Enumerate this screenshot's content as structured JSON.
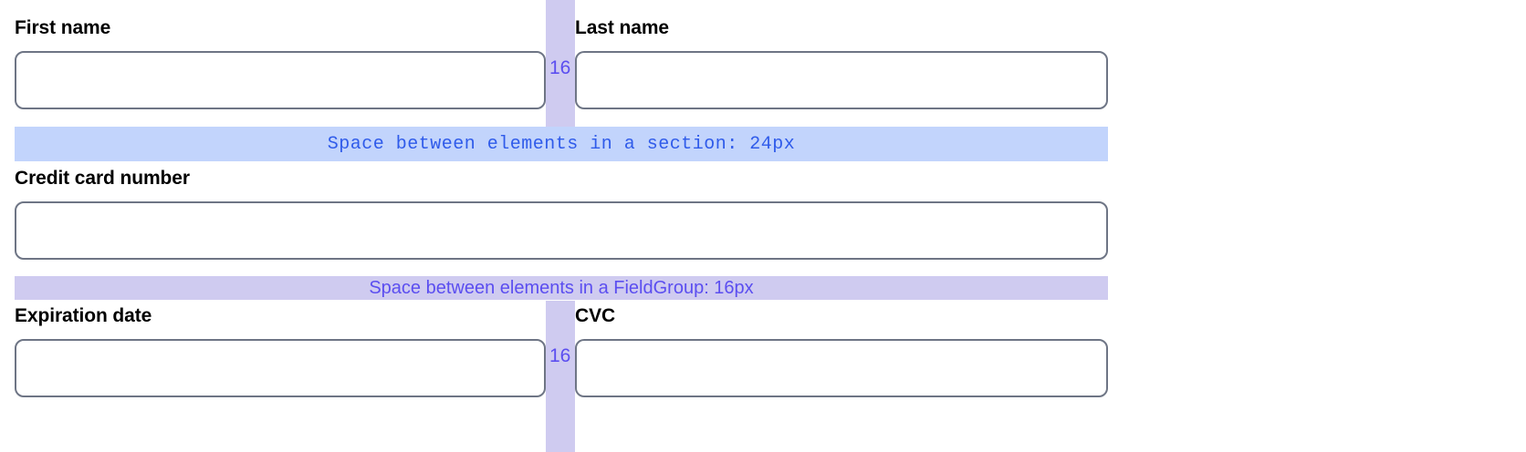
{
  "form": {
    "rows": [
      {
        "name": "name-row",
        "fields": [
          {
            "label": "First name",
            "value": "",
            "placeholder": ""
          },
          {
            "label": "Last name",
            "value": "",
            "placeholder": ""
          }
        ],
        "gap_label": "16"
      },
      {
        "name": "card-number-row",
        "fields": [
          {
            "label": "Credit card number",
            "value": "",
            "placeholder": ""
          }
        ]
      },
      {
        "name": "expiry-cvc-row",
        "fields": [
          {
            "label": "Expiration date",
            "value": "",
            "placeholder": ""
          },
          {
            "label": "CVC",
            "value": "",
            "placeholder": ""
          }
        ],
        "gap_label": "16"
      }
    ]
  },
  "annotations": {
    "section_band": {
      "text": "Space between elements in a section: 24px",
      "color": "#c2d4fc",
      "text_color": "#2f5bea"
    },
    "fieldgroup_band": {
      "text": "Space between elements in a FieldGroup: 16px",
      "color": "#cfcbf0",
      "text_color": "#5b4ef0"
    },
    "column_gap": {
      "color": "#cfcbf0",
      "text_color": "#5b4ef0"
    }
  }
}
